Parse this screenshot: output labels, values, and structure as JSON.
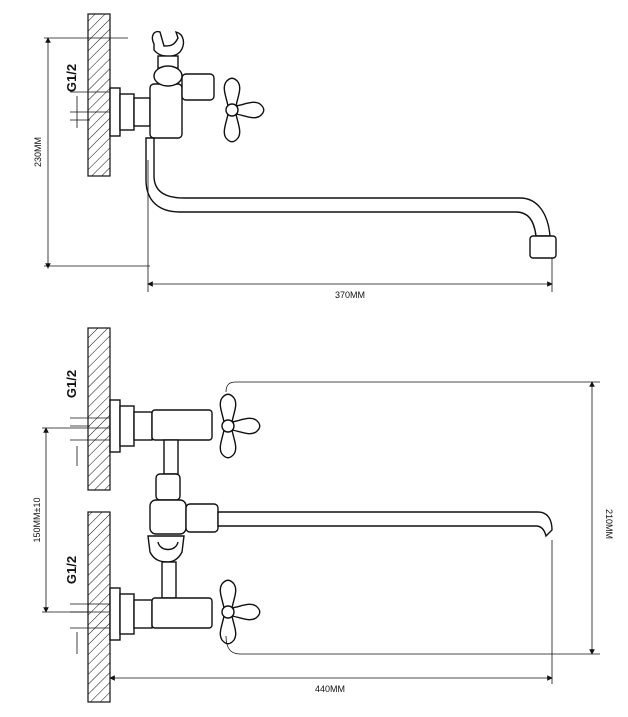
{
  "top_view": {
    "thread_label": "G1/2",
    "height_label": "230MM",
    "spout_length_label": "370MM"
  },
  "bottom_view": {
    "upper_thread_label": "G1/2",
    "lower_thread_label": "G1/2",
    "center_distance_label": "150MM±10",
    "height_label": "210MM",
    "spout_length_label": "440MM"
  },
  "icons": [
    "wall-hatch",
    "cross-handle",
    "shower-holder",
    "spout"
  ]
}
